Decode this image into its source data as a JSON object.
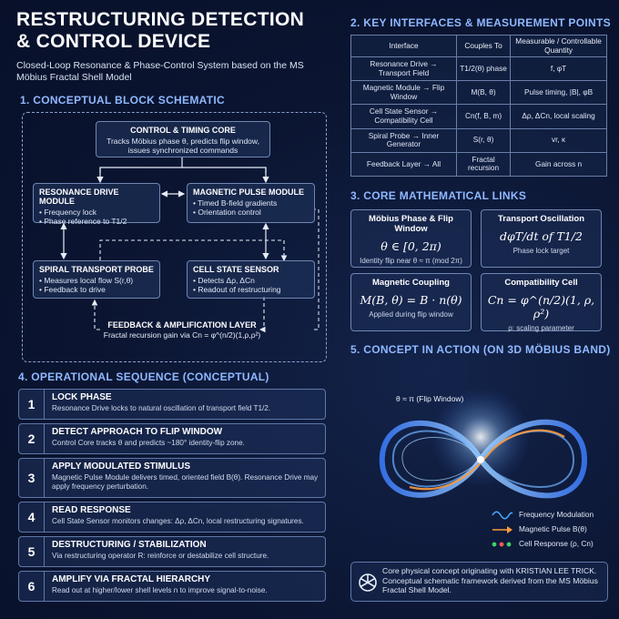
{
  "header": {
    "title": "RESTRUCTURING DETECTION & CONTROL DEVICE",
    "subtitle": "Closed-Loop Resonance & Phase-Control System based on the MS Möbius Fractal Shell Model"
  },
  "sections": {
    "s1": "1. CONCEPTUAL BLOCK SCHEMATIC",
    "s2": "2. KEY INTERFACES & MEASUREMENT POINTS",
    "s3": "3. CORE MATHEMATICAL LINKS",
    "s4": "4. OPERATIONAL SEQUENCE (CONCEPTUAL)",
    "s5": "5. CONCEPT IN ACTION (ON 3D MÖBIUS BAND)"
  },
  "schematic": {
    "control_core": {
      "title": "CONTROL & TIMING CORE",
      "desc": "Tracks Möbius phase θ, predicts flip window, issues synchronized commands"
    },
    "resonance": {
      "title": "RESONANCE DRIVE MODULE",
      "line1": "• Frequency lock",
      "line2": "• Phase reference to T1/2"
    },
    "magnetic": {
      "title": "MAGNETIC PULSE MODULE",
      "line1": "• Timed B-field gradients",
      "line2": "• Orientation control"
    },
    "spiral": {
      "title": "SPIRAL TRANSPORT PROBE",
      "line1": "• Measures local flow S(r,θ)",
      "line2": "• Feedback to drive"
    },
    "cell": {
      "title": "CELL STATE SENSOR",
      "line1": "• Detects Δρ, ΔCn",
      "line2": "• Readout of restructuring"
    },
    "feedback": {
      "title": "FEEDBACK & AMPLIFICATION LAYER",
      "desc": "Fractal recursion gain via Cn = φ^(n/2)(1,ρ,ρ²)"
    }
  },
  "interfaces": {
    "headers": [
      "Interface",
      "Couples To",
      "Measurable / Controllable Quantity"
    ],
    "rows": [
      [
        "Resonance Drive → Transport Field",
        "T1/2(θ) phase",
        "f, φT"
      ],
      [
        "Magnetic Module → Flip Window",
        "M(B, θ)",
        "Pulse timing, |B|, φB"
      ],
      [
        "Cell State Sensor → Compatibility Cell",
        "Cn(f, B, m)",
        "Δρ, ΔCn, local scaling"
      ],
      [
        "Spiral Probe → Inner Generator",
        "S(r, θ)",
        "vr, κ"
      ],
      [
        "Feedback Layer → All",
        "Fractal recursion",
        "Gain across n"
      ]
    ]
  },
  "math": [
    {
      "title": "Möbius Phase & Flip Window",
      "formula": "θ ∈ [0, 2π)",
      "sub": "Identity flip near θ ≈ π (mod 2π)"
    },
    {
      "title": "Transport Oscillation",
      "formula": "dφT/dt  of T1/2",
      "sub": "Phase lock target"
    },
    {
      "title": "Magnetic Coupling",
      "formula": "M(B, θ) = B · n(θ)",
      "sub": "Applied during flip window"
    },
    {
      "title": "Compatibility Cell",
      "formula": "Cn = φ^(n/2)(1, ρ, ρ²)",
      "sub": "ρ: scaling parameter"
    }
  ],
  "steps": [
    {
      "num": "1",
      "title": "LOCK PHASE",
      "desc": "Resonance Drive locks to natural oscillation of transport field T1/2."
    },
    {
      "num": "2",
      "title": "DETECT APPROACH TO FLIP WINDOW",
      "desc": "Control Core tracks θ and predicts ~180° identity-flip zone."
    },
    {
      "num": "3",
      "title": "APPLY MODULATED STIMULUS",
      "desc": "Magnetic Pulse Module delivers timed, oriented field B(θ). Resonance Drive may apply frequency perturbation."
    },
    {
      "num": "4",
      "title": "READ RESPONSE",
      "desc": "Cell State Sensor monitors changes: Δρ, ΔCn, local restructuring signatures."
    },
    {
      "num": "5",
      "title": "DESTRUCTURING / STABILIZATION",
      "desc": "Via restructuring operator R: reinforce or destabilize cell structure."
    },
    {
      "num": "6",
      "title": "AMPLIFY VIA FRACTAL HIERARCHY",
      "desc": "Read out at higher/lower shell levels n to improve signal-to-noise."
    }
  ],
  "visual": {
    "flip_label": "θ ≈ π (Flip Window)",
    "legend": [
      {
        "label": "Frequency Modulation",
        "color": "#4aa8ff"
      },
      {
        "label": "Magnetic Pulse B(θ)",
        "color": "#ff9a3c"
      },
      {
        "label": "Cell Response (ρ, Cn)",
        "color": "#3fd06a"
      }
    ]
  },
  "credit": {
    "text": "Core physical concept originating with KRISTIAN LEE TRICK. Conceptual schematic framework derived from the MS Möbius Fractal Shell Model."
  }
}
